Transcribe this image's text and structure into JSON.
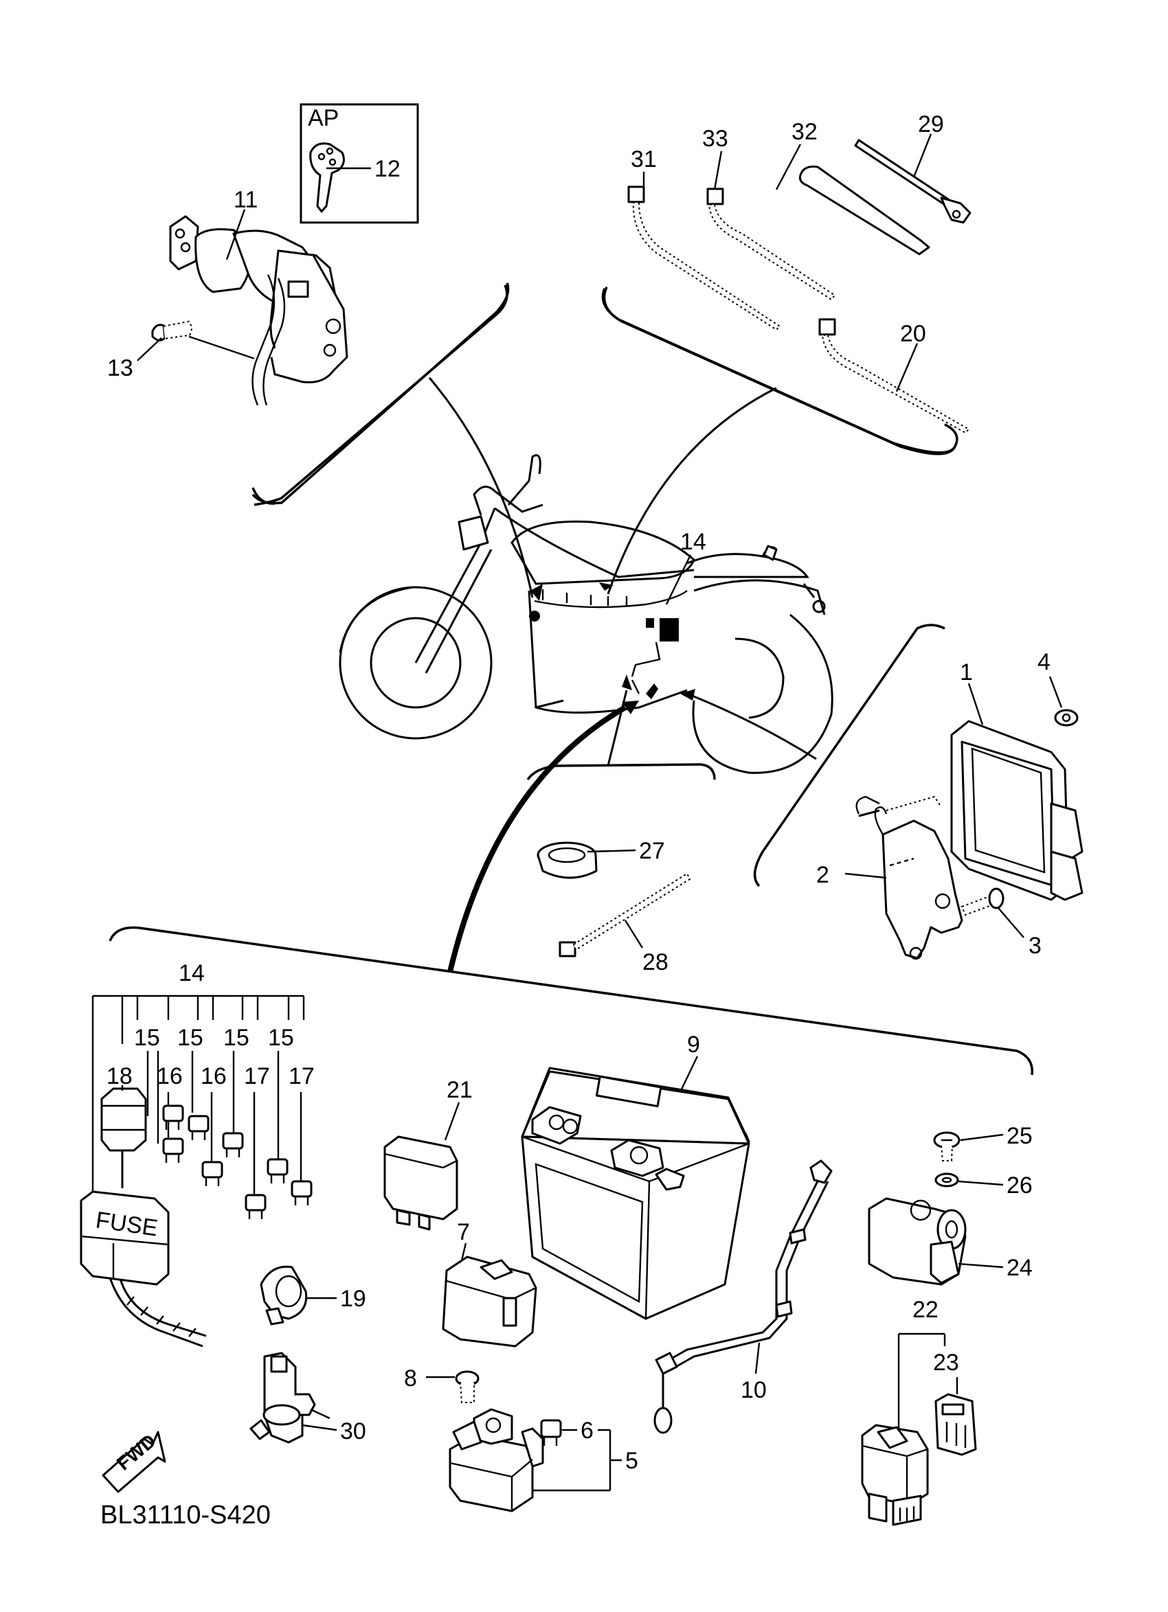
{
  "diagram": {
    "code": "BL31110-S420",
    "fwd_badge": "FWD",
    "ap_box_label": "AP",
    "fuse_label": "FUSE",
    "callouts": {
      "c1": "1",
      "c2": "2",
      "c3": "3",
      "c4": "4",
      "c5": "5",
      "c6": "6",
      "c7": "7",
      "c8": "8",
      "c9": "9",
      "c10": "10",
      "c11": "11",
      "c12": "12",
      "c13": "13",
      "c14_bike": "14",
      "c14_group": "14",
      "c15a": "15",
      "c15b": "15",
      "c15c": "15",
      "c15d": "15",
      "c16a": "16",
      "c16b": "16",
      "c17a": "17",
      "c17b": "17",
      "c18": "18",
      "c19": "19",
      "c20": "20",
      "c21": "21",
      "c22": "22",
      "c23": "23",
      "c24": "24",
      "c25": "25",
      "c26": "26",
      "c27": "27",
      "c28": "28",
      "c29": "29",
      "c30": "30",
      "c31": "31",
      "c32": "32",
      "c33": "33"
    }
  }
}
